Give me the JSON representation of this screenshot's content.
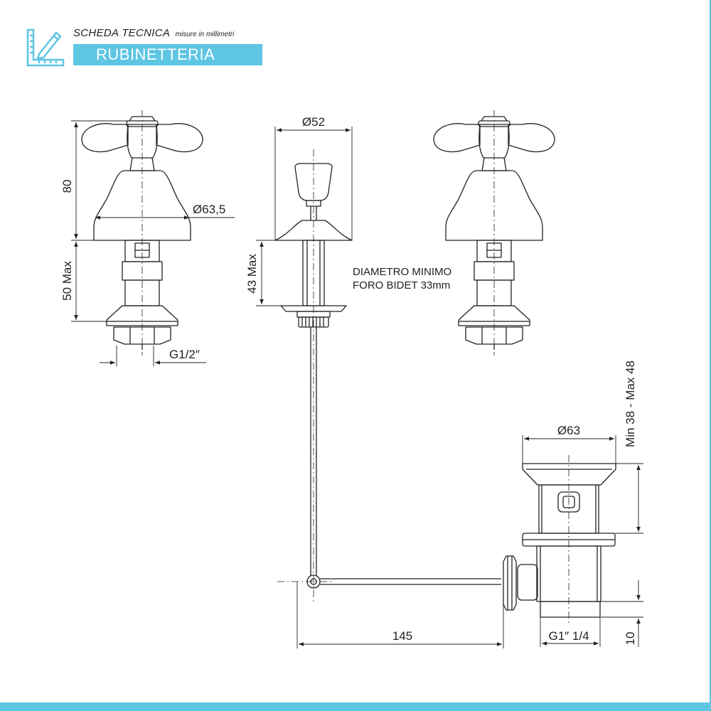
{
  "header": {
    "title": "SCHEDA TECNICA",
    "subtitle": "misure in millimetri",
    "banner": "RUBINETTERIA",
    "icon": "ruler-pencil-icon"
  },
  "accent_color": "#5ec5e3",
  "dimensions": {
    "tap_height": "80",
    "tap_base": "50 Max",
    "tap_diameter": "Ø63,5",
    "tap_thread": "G1/2″",
    "knob_diameter": "Ø52",
    "knob_height": "43 Max",
    "drain_diameter": "Ø63",
    "drain_range": "Min 38 - Max 48",
    "drain_thread": "G1″ 1/4",
    "rod_length": "145",
    "drain_bottom": "10"
  },
  "note": {
    "line1": "DIAMETRO MINIMO",
    "line2": "FORO BIDET 33mm"
  }
}
